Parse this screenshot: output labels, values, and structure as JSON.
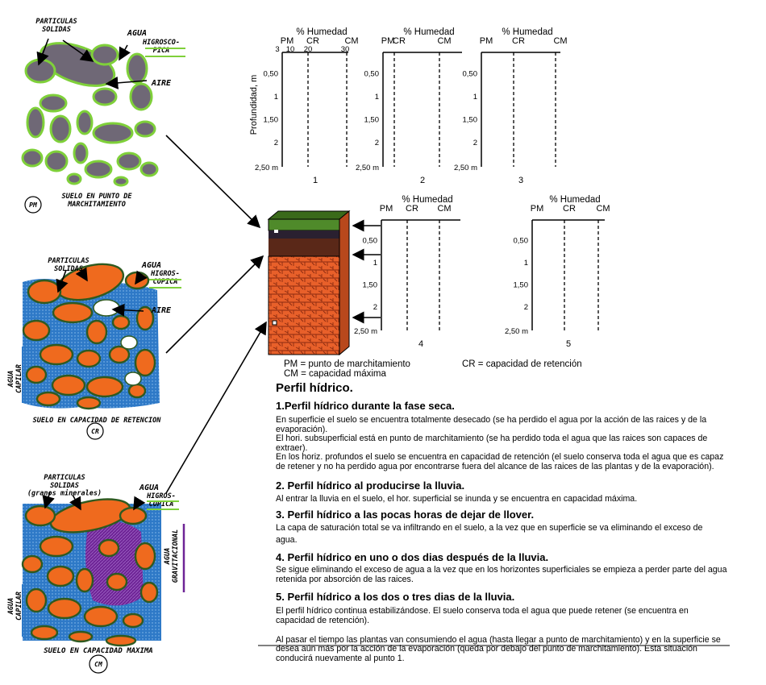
{
  "soil_pm": {
    "label_particulas": "PARTICULAS\nSOLIDAS",
    "label_agua": "AGUA",
    "label_higro": "HIGROSCO-\nPICA",
    "label_aire": "AIRE",
    "caption": "SUELO EN PUNTO DE\nMARCHITAMIENTO",
    "badge": "PM"
  },
  "soil_cr": {
    "label_particulas": "PARTICULAS\nSOLIDAS",
    "label_agua": "AGUA",
    "label_higro": "HIGROS-\nCOPICA",
    "label_aire": "AIRE",
    "label_capilar": "AGUA\nCAPILAR",
    "caption": "SUELO EN CAPACIDAD DE RETENCION",
    "badge": "CR"
  },
  "soil_cm": {
    "label_particulas": "PARTICULAS\nSOLIDAS\n(granos minerales)",
    "label_agua": "AGUA",
    "label_higro": "HIGROS-\nCOPICA",
    "label_grav": "AGUA\nGRAVITACIONAL",
    "label_capilar": "AGUA\nCAPILAR",
    "caption": "SUELO EN CAPACIDAD MAXIMA",
    "badge": "CM"
  },
  "profiles": {
    "humidity_label": "% Humedad",
    "col_pm": "PM",
    "col_cr": "CR",
    "col_cm": "CM",
    "scale": [
      "3",
      "10",
      "20",
      "30"
    ],
    "depth_label": "Profundidad, m",
    "depths": [
      "0,50",
      "1",
      "1,50",
      "2",
      "2,50 m"
    ],
    "numbers": [
      "1",
      "2",
      "3",
      "4",
      "5"
    ]
  },
  "legend": {
    "pm": "PM = punto de marchitamiento",
    "cm": "CM = capacidad máxima",
    "cr": "CR = capacidad de retención"
  },
  "colors": {
    "water": "#1f7fe0",
    "particle_pm": "#6f6876",
    "particle_wet": "#ef6a1e",
    "hygroscopic": "#7fd03a",
    "capillary": "#2e79c7",
    "gravitational": "#6e2496",
    "brick": "#e8602a"
  },
  "text": {
    "title": "Perfil hídrico.",
    "s1_title": "1.Perfil hídrico durante la fase seca.",
    "s1_body": "En superficie el suelo se encuentra totalmente desecado (se ha perdido el agua por la acción de las raices y de la evaporación).\nEl hori. subsuperficial está en punto de marchitamiento (se ha perdido toda el agua que las raices son capaces de extraer).\nEn los horiz. profundos el suelo se encuentra en capacidad de retención (el suelo conserva toda el agua que es capaz de retener y no ha perdido agua por encontrarse fuera del alcance de las raices de las plantas y de la evaporación).",
    "s2_title": "2. Perfil hídrico al producirse la lluvia.",
    "s2_body": "Al entrar la lluvia en el suelo, el hor. superficial se inunda y se encuentra en capacidad máxima.",
    "s3_title": "3. Perfil hídrico a las pocas horas de dejar de llover.",
    "s3_body": "La capa de saturación total se va infiltrando en el suelo, a la vez que en superficie se va eliminando el exceso de agua.",
    "s4_title": "4. Perfil hídrico en uno o dos dias después de la lluvia.",
    "s4_body": "Se sigue eliminando el exceso de agua a la vez que en los horizontes superficiales se empieza a perder parte del agua retenida por absorción de las raices.",
    "s5_title": "5. Perfil hídrico a los dos o tres dias de la lluvia.",
    "s5_body": "El perfil hídrico continua estabilizándose. El suelo conserva toda el agua que puede retener (se encuentra en capacidad de retención).",
    "final": "Al pasar el tiempo las plantas van consumiendo el agua (hasta llegar a punto de marchitamiento) y en la superficie se desea aún más por la acción de la evaporación (queda por debajo del punto de marchitamiento). Esta situación conducirá nuevamente al punto 1."
  }
}
